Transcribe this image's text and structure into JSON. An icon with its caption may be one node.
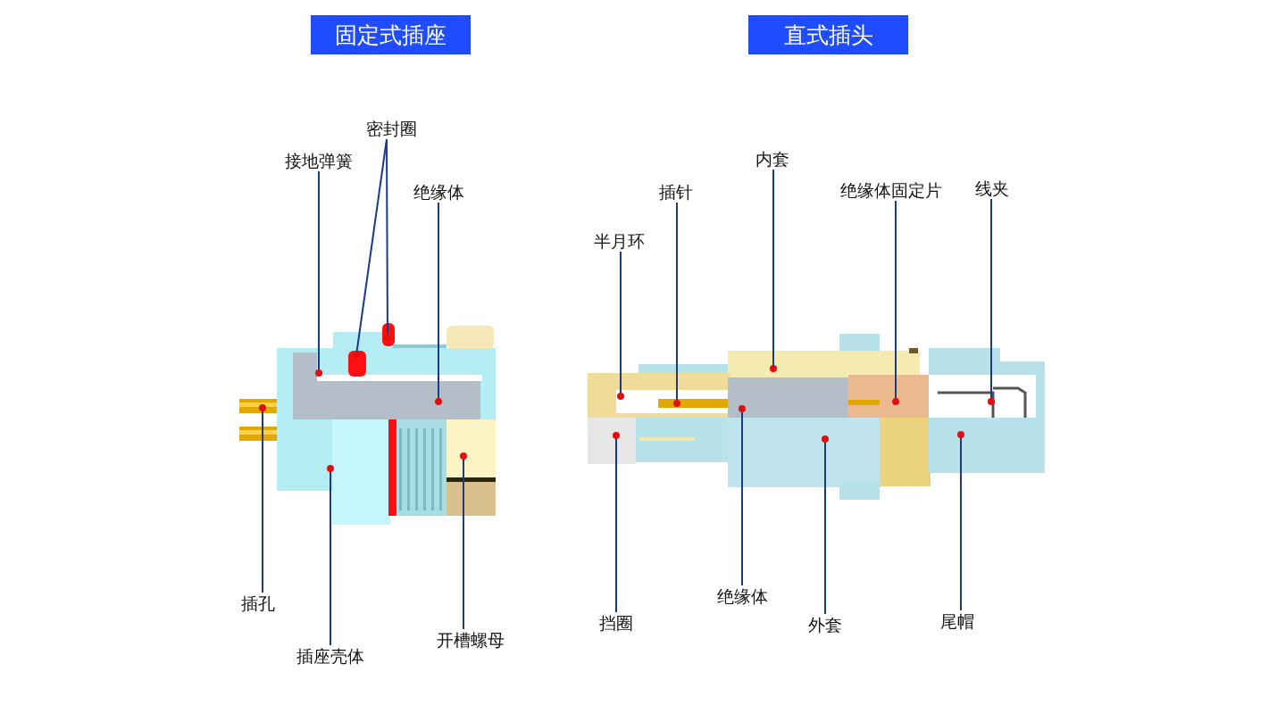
{
  "diagram": {
    "nodes": [
      {
        "text": [
          "固定式插座"
        ]
      },
      {
        "text": [
          "直式插头"
        ]
      },
      {
        "text": [
          "接地弹簧"
        ]
      },
      {
        "text": [
          "密封圈"
        ]
      },
      {
        "text": [
          "绝缘体"
        ]
      },
      {
        "text": [
          "插孔"
        ]
      },
      {
        "text": [
          "插座壳体"
        ]
      },
      {
        "text": [
          "开槽螺母"
        ]
      },
      {
        "text": [
          "半月环"
        ]
      },
      {
        "text": [
          "插针"
        ]
      },
      {
        "text": [
          "内套"
        ]
      },
      {
        "text": [
          "绝缘体固定片"
        ]
      },
      {
        "text": [
          "线夹"
        ]
      },
      {
        "text": [
          "挡圈"
        ]
      },
      {
        "text": [
          "绝缘体"
        ]
      },
      {
        "text": [
          "外套"
        ]
      },
      {
        "text": [
          "尾帽"
        ]
      }
    ],
    "edges": [
      {
        "from": 2,
        "to": null,
        "arrow": "other"
      },
      {
        "from": 3,
        "to": null,
        "arrow": "other"
      },
      {
        "from": 3,
        "to": null,
        "arrow": "other"
      },
      {
        "from": 4,
        "to": null,
        "arrow": "other"
      },
      {
        "from": 5,
        "to": null,
        "arrow": "other"
      },
      {
        "from": 6,
        "to": null,
        "arrow": "other"
      },
      {
        "from": 7,
        "to": null,
        "arrow": "other"
      },
      {
        "from": 8,
        "to": null,
        "arrow": "other"
      },
      {
        "from": 9,
        "to": null,
        "arrow": "other"
      },
      {
        "from": 10,
        "to": null,
        "arrow": "other"
      },
      {
        "from": 11,
        "to": null,
        "arrow": "other"
      },
      {
        "from": 12,
        "to": null,
        "arrow": "other"
      },
      {
        "from": 13,
        "to": null,
        "arrow": "other"
      },
      {
        "from": 14,
        "to": null,
        "arrow": "other"
      },
      {
        "from": 15,
        "to": null,
        "arrow": "other"
      },
      {
        "from": 16,
        "to": null,
        "arrow": "other"
      }
    ]
  }
}
